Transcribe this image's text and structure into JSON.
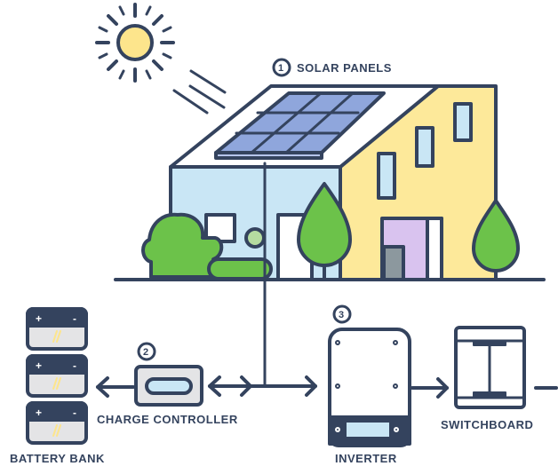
{
  "title": "Solar power system diagram",
  "colors": {
    "outline": "#34435e",
    "sun": "#fde58c",
    "wall": "#fde99a",
    "glass": "#c9e6f5",
    "panel": "#8fa6dc",
    "tree": "#6cc24a",
    "treeLight": "#b5dca0",
    "door": "#d9c3ef",
    "battery": "#e4e4e6"
  },
  "labels": {
    "solar_panels": {
      "number": "1",
      "text": "SOLAR PANELS"
    },
    "charge_controller": {
      "number": "2",
      "text": "CHARGE CONTROLLER"
    },
    "inverter": {
      "number": "3",
      "text": "INVERTER"
    },
    "battery_bank": {
      "text": "BATTERY BANK"
    },
    "switchboard": {
      "text": "SWITCHBOARD"
    }
  },
  "battery": {
    "plus": "+",
    "minus": "-"
  }
}
